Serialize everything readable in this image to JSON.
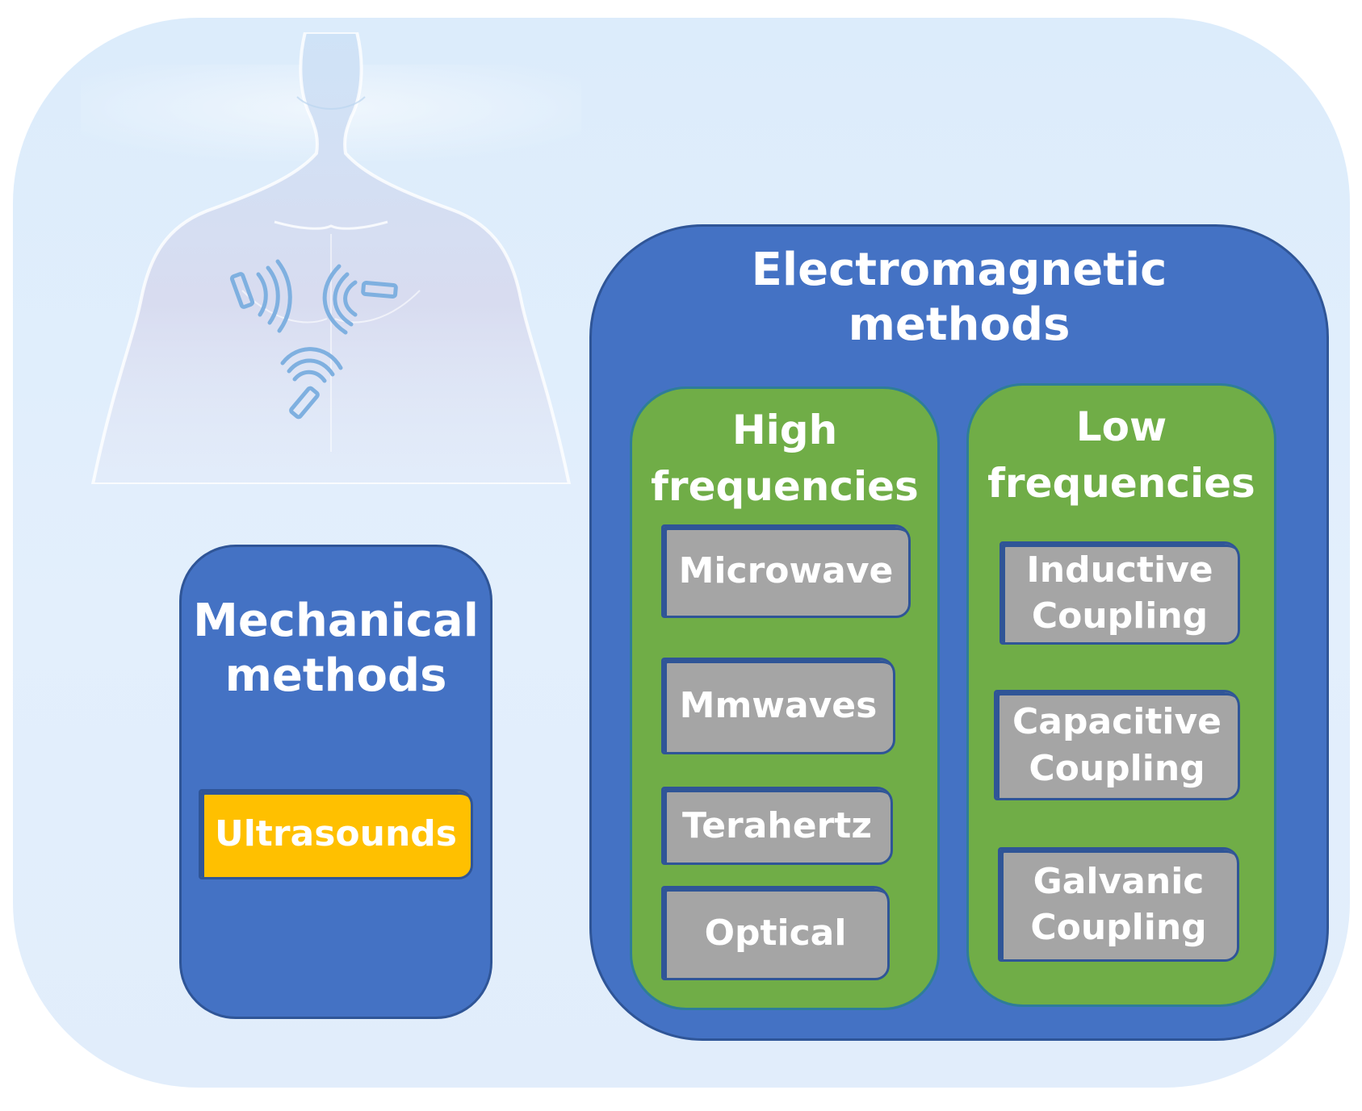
{
  "mechanical": {
    "title_line1": "Mechanical",
    "title_line2": "methods",
    "items": [
      "Ultrasounds"
    ]
  },
  "electromagnetic": {
    "title_line1": "Electromagnetic",
    "title_line2": "methods",
    "high": {
      "title_line1": "High",
      "title_line2": "frequencies",
      "items": [
        "Microwave",
        "Mmwaves",
        "Terahertz",
        "Optical"
      ]
    },
    "low": {
      "title_line1": "Low",
      "title_line2": "frequencies",
      "items": [
        {
          "line1": "Inductive",
          "line2": "Coupling"
        },
        {
          "line1": "Capacitive",
          "line2": "Coupling"
        },
        {
          "line1": "Galvanic",
          "line2": "Coupling"
        }
      ]
    }
  },
  "colors": {
    "background": "#dcecfb",
    "category_box": "#4472c4",
    "subcategory_box": "#70ad47",
    "method_chip": "#a5a5a5",
    "highlight_chip": "#ffc000",
    "border": "#2f5597"
  }
}
